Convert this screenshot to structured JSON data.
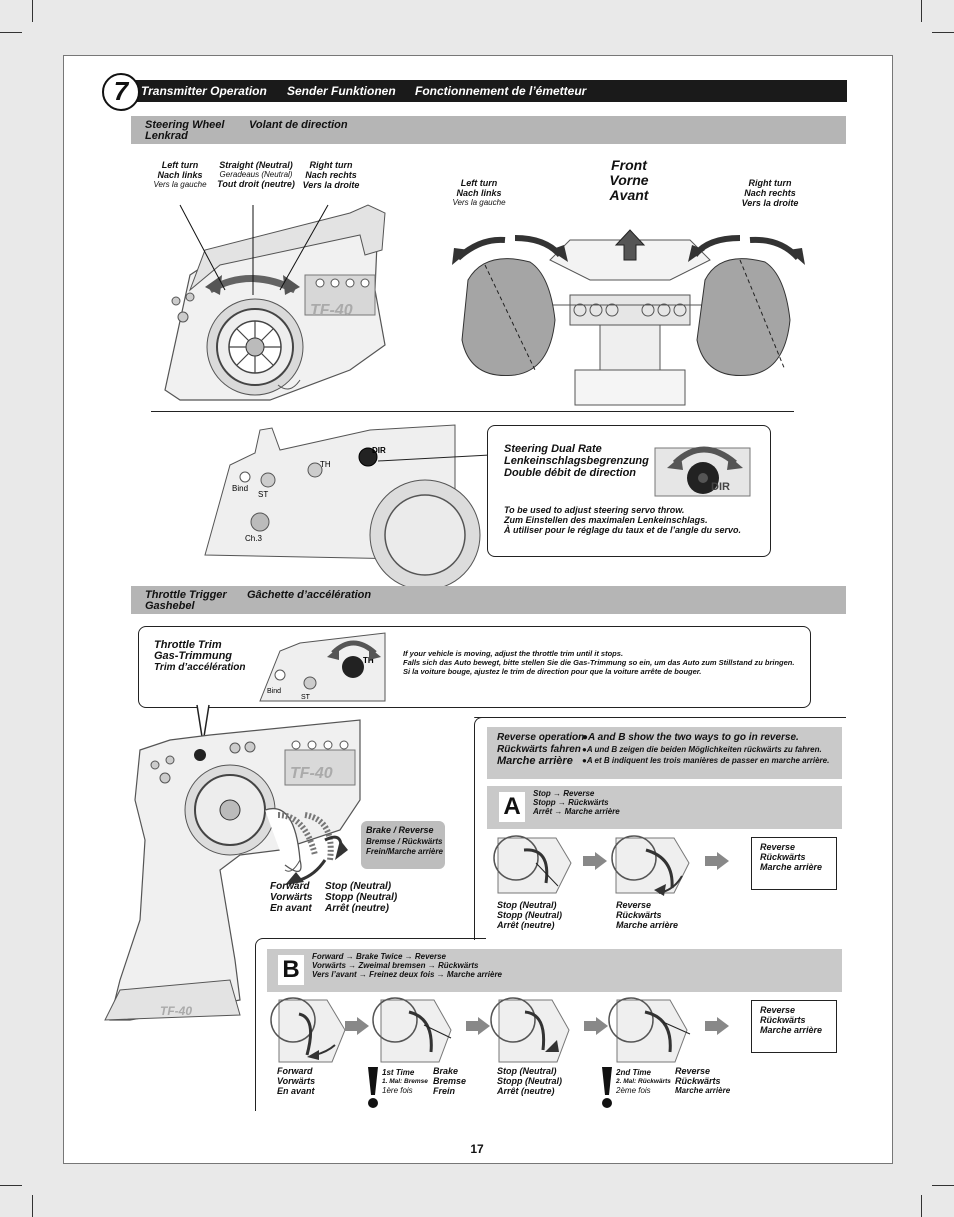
{
  "page_number": "17",
  "header": {
    "step_number": "7",
    "title_en": "Transmitter Operation",
    "title_de": "Sender Funktionen",
    "title_fr": "Fonctionnement de l’émetteur"
  },
  "steering": {
    "bar_en": "Steering Wheel",
    "bar_de": "Lenkrad",
    "bar_fr": "Volant de direction",
    "left_turn": {
      "en": "Left turn",
      "de": "Nach links",
      "fr": "Vers la gauche"
    },
    "straight": {
      "en": "Straight (Neutral)",
      "de": "Geradeaus (Neutral)",
      "fr": "Tout droit (neutre)"
    },
    "right_turn": {
      "en": "Right turn",
      "de": "Nach rechts",
      "fr": "Vers la droite"
    },
    "front": {
      "en": "Front",
      "de": "Vorne",
      "fr": "Avant"
    },
    "car_left": {
      "en": "Left turn",
      "de": "Nach links",
      "fr": "Vers la gauche"
    },
    "car_right": {
      "en": "Right turn",
      "de": "Nach rechts",
      "fr": "Vers la droite"
    }
  },
  "transmitter_labels": {
    "model": "TF-40",
    "bind": "Bind",
    "st": "ST",
    "th": "TH",
    "dir": "DIR",
    "ch3": "Ch.3"
  },
  "dual_rate": {
    "title_en": "Steering Dual Rate",
    "title_de": "Lenkeinschlagsbegrenzung",
    "title_fr": "Double débit de direction",
    "desc_en": "To be used to adjust steering servo throw.",
    "desc_de": "Zum Einstellen des maximalen Lenkeinschlags.",
    "desc_fr": "À utiliser pour le réglage du taux et de l’angle du servo."
  },
  "throttle": {
    "bar_en": "Throttle Trigger",
    "bar_de": "Gashebel",
    "bar_fr": "Gâchette d’accélération",
    "trim_title_en": "Throttle Trim",
    "trim_title_de": "Gas-Trimmung",
    "trim_title_fr": "Trim d’accélération",
    "trim_desc_en": "If your vehicle is moving, adjust the throttle trim until it stops.",
    "trim_desc_de": "Falls sich das Auto bewegt, bitte stellen Sie die Gas-Trimmung so ein, um das Auto zum Stillstand zu bringen.",
    "trim_desc_fr": "Si la voiture bouge, ajustez le trim de direction pour que la voiture arrête de bouger.",
    "brake": {
      "en": "Brake / Reverse",
      "de": "Bremse / Rückwärts",
      "fr": "Frein/Marche arrière"
    },
    "forward": {
      "en": "Forward",
      "de": "Vorwärts",
      "fr": "En avant"
    },
    "stop": {
      "en": "Stop (Neutral)",
      "de": "Stopp (Neutral)",
      "fr": "Arrêt (neutre)"
    }
  },
  "reverse": {
    "label_en": "Reverse operation",
    "label_de": "Rückwärts fahren",
    "label_fr": "Marche arrière",
    "note_en": "●A and B show the two ways to go in reverse.",
    "note_de": "●A und  B zeigen die beiden Möglichkeiten rückwärts zu fahren.",
    "note_fr": "●A et B indiquent les trois manières de passer en marche arrière.",
    "a": {
      "letter": "A",
      "seq_en": "Stop → Reverse",
      "seq_de": "Stopp → Rückwärts",
      "seq_fr": "Arrêt → Marche arrière",
      "stop": {
        "en": "Stop (Neutral)",
        "de": "Stopp (Neutral)",
        "fr": "Arrêt (neutre)"
      },
      "reverse": {
        "en": "Reverse",
        "de": "Rückwärts",
        "fr": "Marche arrière"
      },
      "result": {
        "en": "Reverse",
        "de": "Rückwärts",
        "fr": "Marche arrière"
      }
    },
    "b": {
      "letter": "B",
      "seq_en": "Forward → Brake Twice → Reverse",
      "seq_de": "Vorwärts → Zweimal bremsen → Rückwärts",
      "seq_fr": "Vers l’avant → Freinez deux fois → Marche arrière",
      "forward": {
        "en": "Forward",
        "de": "Vorwärts",
        "fr": "En avant"
      },
      "first": {
        "en": "1st Time",
        "de": "1. Mal: Bremse",
        "fr": "1ère fois"
      },
      "brake": {
        "en": "Brake",
        "de": "Bremse",
        "fr": "Frein"
      },
      "stop": {
        "en": "Stop (Neutral)",
        "de": "Stopp (Neutral)",
        "fr": "Arrêt (neutre)"
      },
      "second": {
        "en": "2nd Time",
        "de": "2. Mal: Rückwärts",
        "fr": "2ème fois"
      },
      "reverse": {
        "en": "Reverse",
        "de": "Rückwärts",
        "fr": "Marche arrière"
      },
      "result": {
        "en": "Reverse",
        "de": "Rückwärts",
        "fr": "Marche arrière"
      }
    }
  },
  "colors": {
    "bar_gray": "#b5b5b5",
    "header_black": "#1a1a1a",
    "panel_gray": "#c9c9c9"
  }
}
